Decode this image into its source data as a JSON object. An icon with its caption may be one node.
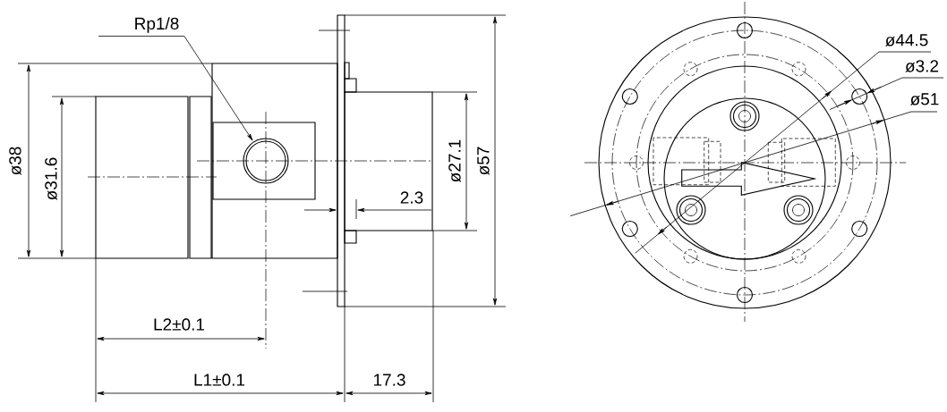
{
  "diagram": {
    "nodes": [
      {
        "text": [
          "Rp1/8"
        ]
      },
      {
        "text": [],
        "shape": "circle"
      }
    ],
    "edges": [
      {
        "from": 0,
        "to": 1,
        "arrow": "to"
      }
    ],
    "labels": [
      "ø38",
      "ø31.6",
      "ø27.1",
      "ø57",
      "2.3",
      "L2±0.1",
      "L1±0.1",
      "17.3",
      "ø44.5",
      "ø3.2",
      "ø51"
    ]
  }
}
